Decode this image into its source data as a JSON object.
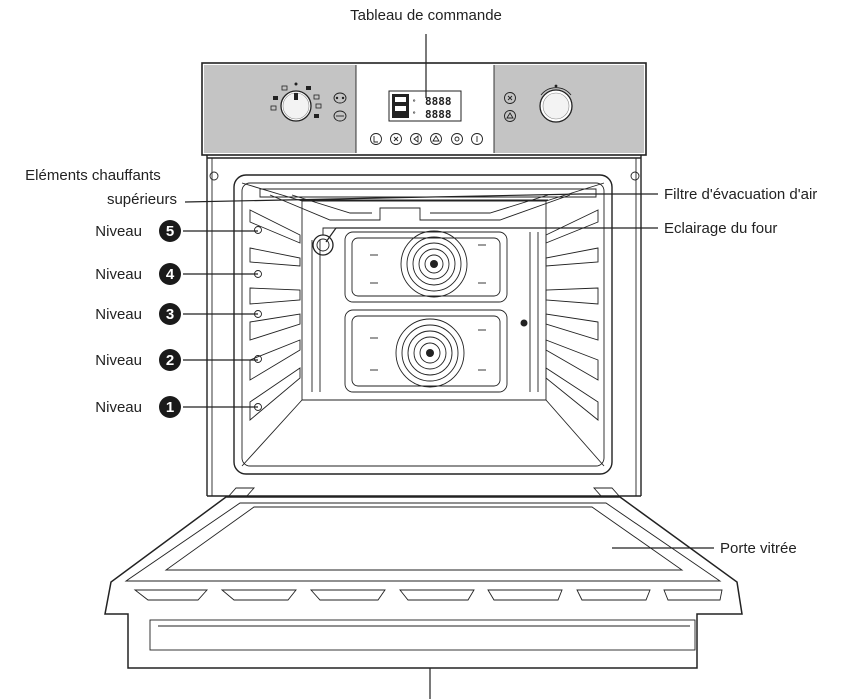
{
  "labels": {
    "control_panel": "Tableau de commande",
    "top_elements_line1": "Eléments chauffants",
    "top_elements_line2": "supérieurs",
    "air_filter": "Filtre d'évacuation d'air",
    "oven_light": "Eclairage du four",
    "glass_door": "Porte vitrée"
  },
  "levels": [
    {
      "text": "Niveau",
      "number": "5"
    },
    {
      "text": "Niveau",
      "number": "4"
    },
    {
      "text": "Niveau",
      "number": "3"
    },
    {
      "text": "Niveau",
      "number": "2"
    },
    {
      "text": "Niveau",
      "number": "1"
    }
  ],
  "display": {
    "segments_top": "8888",
    "segments_bottom": "8888"
  },
  "colors": {
    "panel": "#c4c4c4",
    "panel_center": "#ffffff",
    "line": "#222222",
    "level_badge": "#1a1a1a"
  },
  "icons": [
    "dial-knob-icon",
    "temperature-knob-icon",
    "fan-icon",
    "lamp-icon"
  ]
}
